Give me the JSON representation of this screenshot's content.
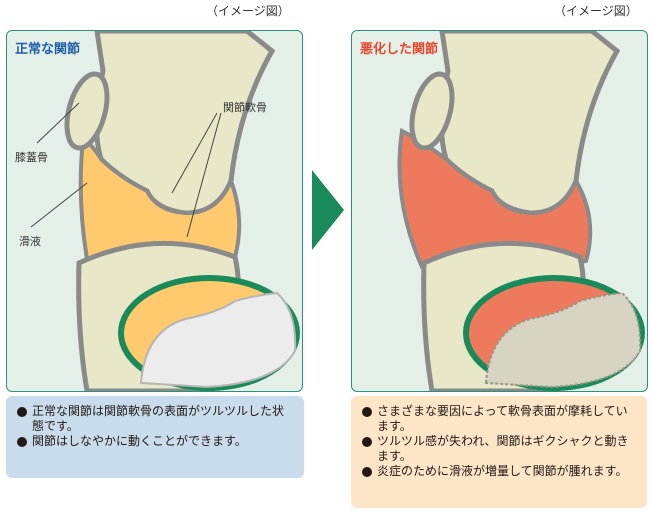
{
  "left_panel": {
    "caption": "（イメージ図）",
    "title": "正常な関節",
    "labels": {
      "cartilage": "関節軟骨",
      "patella": "膝蓋骨",
      "synovial_fluid": "滑液"
    },
    "bullets": [
      "正常な関節は関節軟骨の表面がツルツルした状態です。",
      "関節はしなやかに動くことができます。"
    ]
  },
  "right_panel": {
    "caption": "（イメージ図）",
    "title": "悪化した関節",
    "bullets": [
      "さまざまな要因によって軟骨表面が摩耗しています。",
      "ツルツル感が失われ、関節はギクシャクと動きます。",
      "炎症のために滑液が増量して関節が腫れます。"
    ]
  },
  "colors": {
    "normal_title": "#1f5fa8",
    "worse_title": "#e8462a",
    "panel_border": "#2d8f7e",
    "bone": "#e8e8c8",
    "normal_fluid": "#ffc96e",
    "worse_fluid": "#ee7a5e",
    "arrow": "#1b8a5a",
    "left_desc_bg": "#c8dcec",
    "right_desc_bg": "#fde6c8"
  }
}
